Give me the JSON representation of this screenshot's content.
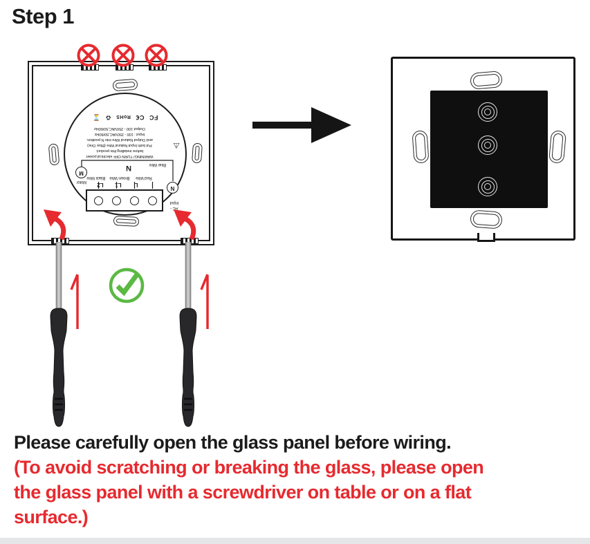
{
  "page": {
    "step_title": "Step 1",
    "caption": {
      "line1": "Please carefully open the glass panel before wiring.",
      "line2": "(To avoid scratching or breaking the glass, please open",
      "line3": "the glass panel with a screwdriver on table or on a flat",
      "line4": "surface.)"
    }
  },
  "colors": {
    "accent_red": "#e62a2f",
    "accent_green": "#5bb944",
    "ink": "#1b1b1c"
  },
  "module": {
    "ac_label_line1": "AC -",
    "ac_label_line2": "Input",
    "n_terminal": "N",
    "terminal_l": "L",
    "terminal_l1": "L1",
    "terminal_l2": "L2",
    "red_wire": "Red Wire",
    "brown_wire": "Brown Wire",
    "black_wire": "Black Wire",
    "blue_wire": "Blue Wire",
    "n_bus": "N",
    "motor_label": "Motor",
    "motor_symbol": "M",
    "warning_symbol": "⚠",
    "warning_lines": [
      "WARNING! TURN OFF electrical power",
      "before installing this product.",
      "Put both Input Natural Wire (Blue One)",
      "and Output Natural Wire into N position.",
      "Input : 100 - 250VAC,50/60Hz",
      "Output 100 - 250VAC,50/60Hz"
    ],
    "cert_marks": {
      "fcc": "FC",
      "ce": "C€",
      "rohs": "RoHS",
      "recycle": "♻",
      "weee": "⌛"
    }
  }
}
